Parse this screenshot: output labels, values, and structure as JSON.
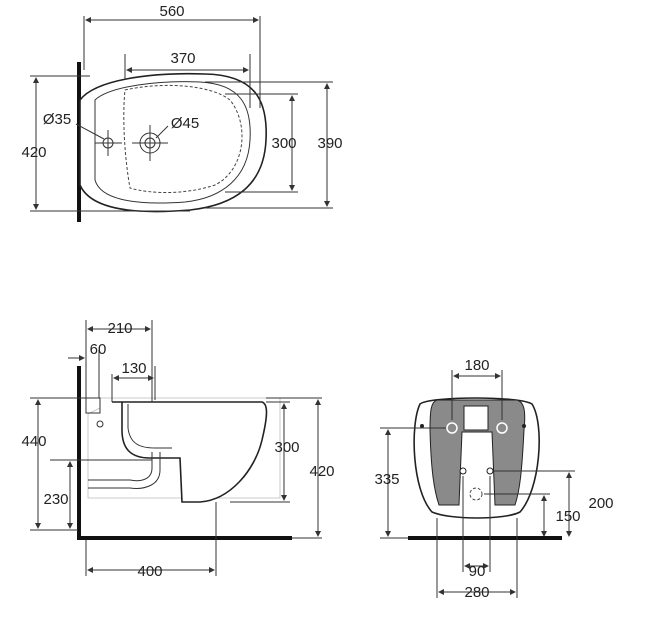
{
  "drawing": {
    "top_view": {
      "overall_width": "560",
      "inner_width": "370",
      "depth_outer": "390",
      "depth_inner": "300",
      "total_depth": "420",
      "tap_hole": "Ø35",
      "drain_hole": "Ø45"
    },
    "side_view": {
      "offset_210": "210",
      "offset_60": "60",
      "offset_130": "130",
      "height_440": "440",
      "height_230": "230",
      "height_300": "300",
      "height_420": "420",
      "fixing_400": "400"
    },
    "rear_view": {
      "bolt_spacing": "180",
      "bolt_height": "335",
      "inlet_height": "200",
      "drain_height": "150",
      "drain_spacing": "90",
      "frame_width": "280"
    }
  },
  "colors": {
    "line": "#222222",
    "wall": "#111111",
    "rear_panel": "#8a8a8a"
  }
}
